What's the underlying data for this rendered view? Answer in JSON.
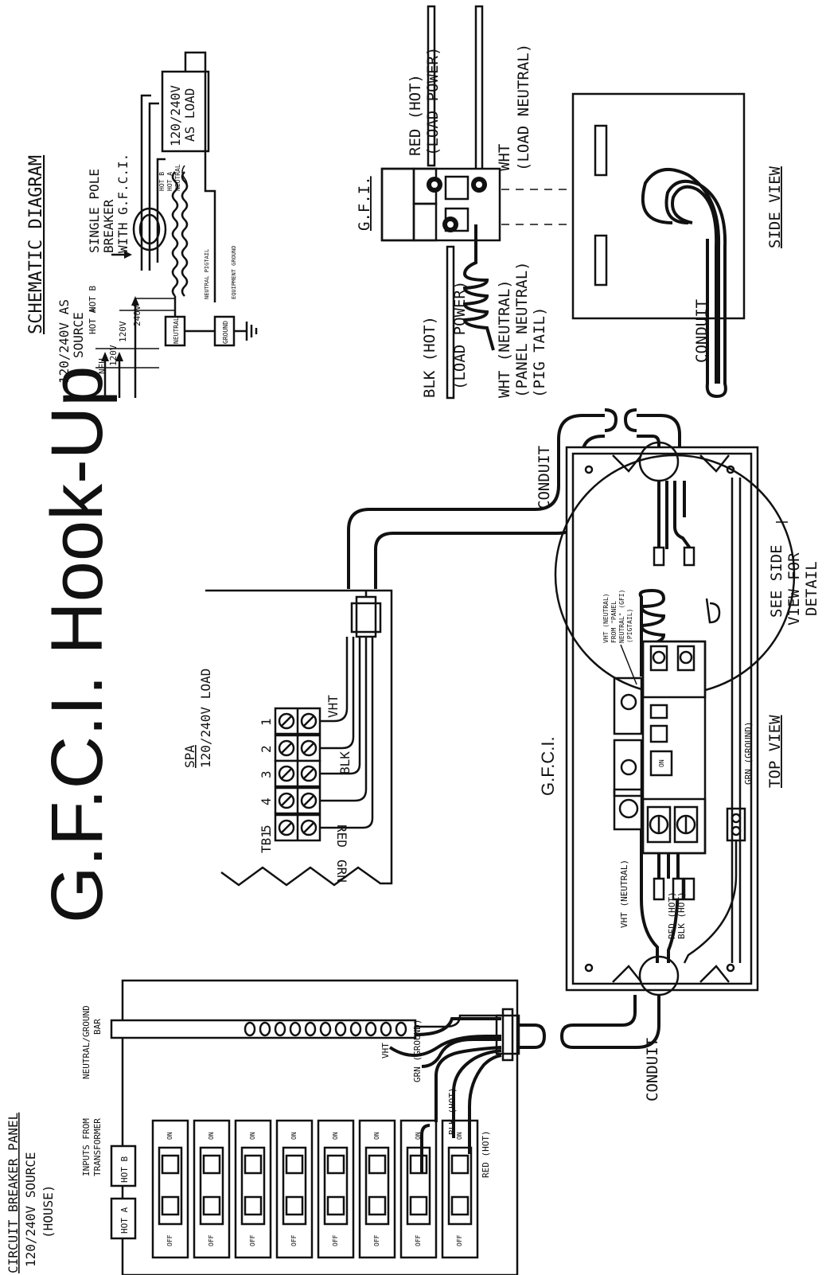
{
  "title": "G.F.C.I. Hook-Up",
  "schematic": {
    "heading": "SCHEMATIC DIAGRAM",
    "source_line1": "120/240V AS",
    "source_line2": "SOURCE",
    "breaker_line1": "SINGLE POLE",
    "breaker_line2": "BREAKER",
    "breaker_line3": "WITH G.F.C.I.",
    "load_line1": "120/240V",
    "load_line2": "AS LOAD",
    "v120a": "120V",
    "v120b": "120V",
    "v240": "240V",
    "neutral_label": "NEUTRAL",
    "ground_label": "GROUND",
    "neu": "NEU",
    "hot_a": "HOT A",
    "hot_b": "HOT B",
    "neutral_pigtail": "NEUTRAL PIGTAIL",
    "equipment_ground": "EQUIPMENT GROUND",
    "hot_b2": "HOT B",
    "hot_a2": "HOT A",
    "neutral2": "NEUTRAL"
  },
  "gfi_detail": {
    "label": "G.F.I.",
    "red_line1": "RED (HOT)",
    "red_line2": "(LOAD POWER)",
    "wht_line1": "WHT",
    "wht_line2": "(LOAD NEUTRAL)",
    "blk_line1": "BLK (HOT)",
    "blk_line2": "(LOAD POWER)",
    "pig_line1": "WHT (NEUTRAL)",
    "pig_line2": "(PANEL NEUTRAL)",
    "pig_line3": "(PIG TAIL)"
  },
  "side_view": {
    "label": "SIDE VIEW",
    "conduit": "CONDUIT"
  },
  "spa": {
    "label": "SPA",
    "load": "120/240V LOAD",
    "tb": "TB1",
    "terminals": [
      "1",
      "2",
      "3",
      "4",
      "5"
    ],
    "wires": [
      "VHT",
      "BLK",
      "RED",
      "GRN"
    ]
  },
  "conduit_top": "CONDUIT",
  "conduit_bottom": "CONDUIT",
  "gfci_box": {
    "label": "G.F.C.I.",
    "top_view": "TOP VIEW",
    "see_side_line1": "SEE SIDE",
    "see_side_line2": "VIEW FOR",
    "see_side_line3": "DETAIL",
    "pigtail_note": [
      "VHT (NEUTRAL)",
      "FROM \"PANEL",
      "NEUTRAL\" (GFI)",
      "(PIGTAIL)"
    ],
    "grn": "GRN (GROUND)",
    "vht": "VHT (NEUTRAL)",
    "red": "RED (HOT)",
    "blk": "BLK (HOT)"
  },
  "panel": {
    "title": "CIRCUIT BREAKER PANEL",
    "source": "120/240V SOURCE",
    "house": "(HOUSE)",
    "inputs_line1": "INPUTS FROM",
    "inputs_line2": "TRANSFORMER",
    "neutral_bar_line1": "NEUTRAL/GROUND",
    "neutral_bar_line2": "BAR",
    "hot_a": "HOT A",
    "hot_b": "HOT B",
    "breaker_on": "ON",
    "breaker_off": "OFF",
    "vht": "VHT",
    "grn": "GRN (GROUND)",
    "blk": "BLK (HOT)",
    "red": "RED (HOT)"
  }
}
